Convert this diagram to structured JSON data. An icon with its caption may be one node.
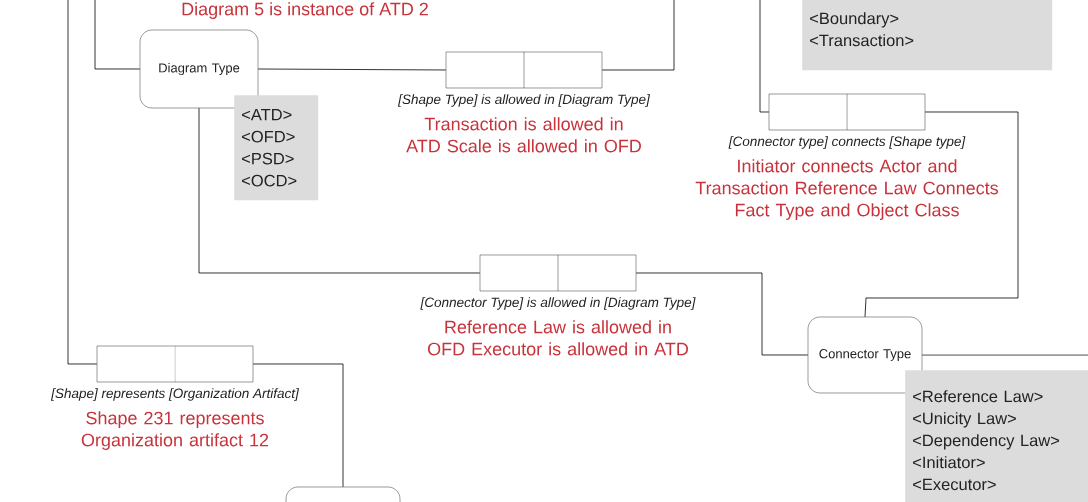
{
  "diagram": {
    "nodes": [
      {
        "text": [
          "Diagram Type"
        ]
      },
      {
        "text": [],
        "shape": "box",
        "beside": [
          "[Shape Type] is allowed in [Diagram Type]",
          "Transaction is allowed in ATD Scale is allowed in OFD"
        ]
      },
      {
        "text": [],
        "shape": "box",
        "beside": [
          "[Connector type] connects [Shape type]",
          "Initiator connects Actor and Transaction Reference Law Connects Fact Type and Object Class"
        ]
      },
      {
        "text": [],
        "shape": "box",
        "beside": [
          "[Connector Type] is allowed in [Diagram Type]",
          "Reference Law is allowed in OFD Executor is allowed in ATD"
        ]
      },
      {
        "text": [
          "Connector Type"
        ]
      },
      {
        "text": [],
        "shape": "box",
        "beside": [
          "[Shape] represents [Organization Artifact]",
          "Shape 231 represents Organization artifact 12"
        ]
      },
      {
        "text": [],
        "shape": "box"
      },
      {
        "text": [
          "<ATD>",
          "<OFD>",
          "<PSD>",
          "<OCD>"
        ]
      },
      {
        "text": [
          "<Boundary>",
          "<Transaction>"
        ]
      },
      {
        "text": [
          "<Reference Law>",
          "<Unicity Law>",
          "<Dependency Law>",
          "<Initiator>",
          "<Executor>"
        ]
      }
    ],
    "edges": [
      {
        "from": 0,
        "to": null,
        "arrow": "none"
      },
      {
        "from": 0,
        "to": 1,
        "arrow": "none"
      },
      {
        "from": 1,
        "to": null,
        "arrow": "none"
      },
      {
        "from": null,
        "to": 5,
        "arrow": "none"
      },
      {
        "from": 0,
        "to": 3,
        "arrow": "none"
      },
      {
        "from": 3,
        "to": 4,
        "arrow": "none"
      },
      {
        "from": 2,
        "to": 4,
        "arrow": "none"
      },
      {
        "from": 2,
        "to": null,
        "arrow": "none"
      },
      {
        "from": 4,
        "to": null,
        "arrow": "none"
      },
      {
        "from": 5,
        "to": 6,
        "arrow": "none"
      }
    ],
    "labels": [
      "Diagram 5 is instance of ATD 2"
    ]
  }
}
